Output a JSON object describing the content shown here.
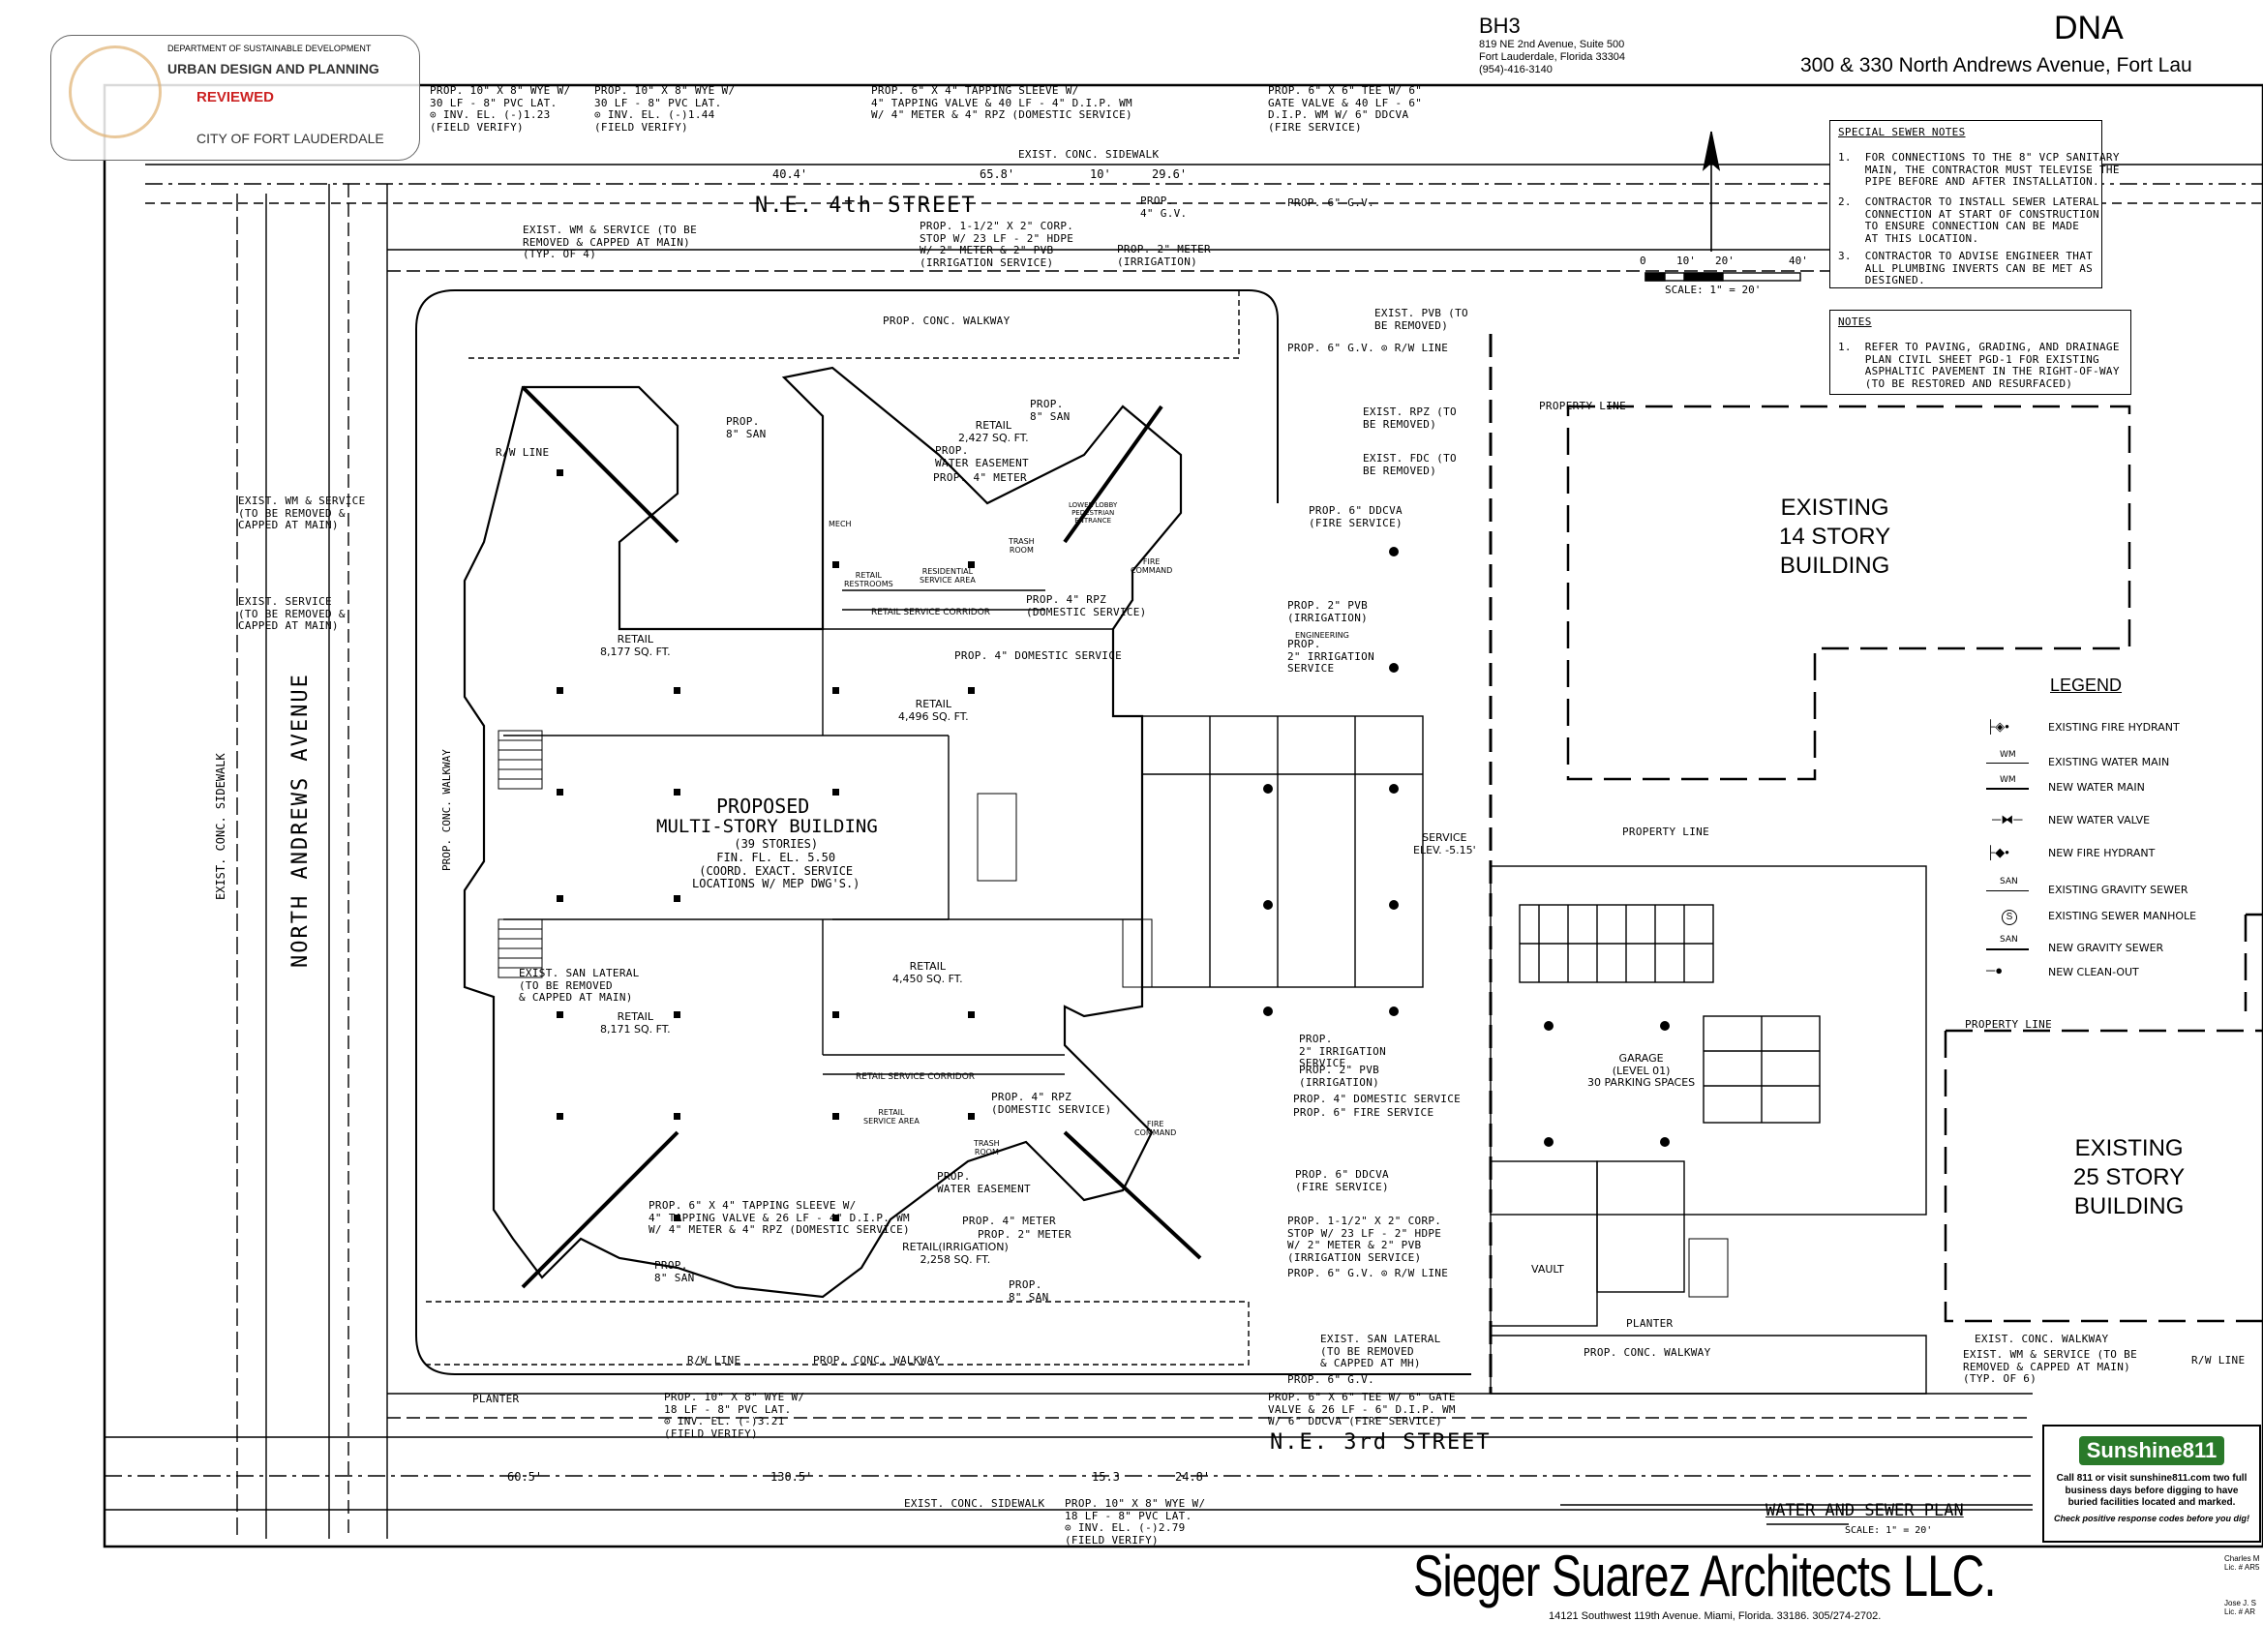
{
  "header": {
    "firm_code": "BH3",
    "firm_address": [
      "819 NE 2nd Avenue, Suite 500",
      "Fort Lauderdale, Florida 33304",
      "(954)-416-3140"
    ],
    "project_name": "DNA",
    "project_address": "300 & 330 North Andrews Avenue, Fort Lau"
  },
  "stamp": {
    "line1": "DEPARTMENT OF SUSTAINABLE DEVELOPMENT",
    "line2": "URBAN DESIGN AND PLANNING",
    "status": "REVIEWED",
    "city": "CITY OF FORT LAUDERDALE"
  },
  "special_sewer_notes": {
    "title": "SPECIAL SEWER NOTES",
    "items": [
      "1.  FOR CONNECTIONS TO THE 8\" VCP SANITARY\n    MAIN, THE CONTRACTOR MUST TELEVISE THE\n    PIPE BEFORE AND AFTER INSTALLATION.",
      "2.  CONTRACTOR TO INSTALL SEWER LATERAL\n    CONNECTION AT START OF CONSTRUCTION\n    TO ENSURE CONNECTION CAN BE MADE\n    AT THIS LOCATION.",
      "3.  CONTRACTOR TO ADVISE ENGINEER THAT\n    ALL PLUMBING INVERTS CAN BE MET AS\n    DESIGNED."
    ]
  },
  "notes": {
    "title": "NOTES",
    "items": [
      "1.  REFER TO PAVING, GRADING, AND DRAINAGE\n    PLAN CIVIL SHEET PGD-1 FOR EXISTING\n    ASPHALTIC PAVEMENT IN THE RIGHT-OF-WAY\n    (TO BE RESTORED AND RESURFACED)"
    ]
  },
  "scale_bar": {
    "ticks": [
      "0",
      "10'",
      "20'",
      "40'"
    ],
    "label": "SCALE: 1\" = 20'"
  },
  "legend": {
    "title": "LEGEND",
    "items": [
      {
        "label": "EXISTING FIRE HYDRANT",
        "symbol": "hydrant-existing"
      },
      {
        "label": "EXISTING WATER MAIN",
        "symbol": "line",
        "tag": "WM"
      },
      {
        "label": "NEW WATER MAIN",
        "symbol": "line",
        "tag": "WM"
      },
      {
        "label": "NEW WATER VALVE",
        "symbol": "valve"
      },
      {
        "label": "NEW FIRE HYDRANT",
        "symbol": "hydrant-new"
      },
      {
        "label": "EXISTING GRAVITY SEWER",
        "symbol": "line",
        "tag": "SAN"
      },
      {
        "label": "EXISTING SEWER MANHOLE",
        "symbol": "manhole",
        "tag": "S"
      },
      {
        "label": "NEW GRAVITY SEWER",
        "symbol": "line",
        "tag": "SAN"
      },
      {
        "label": "NEW CLEAN-OUT",
        "symbol": "cleanout"
      }
    ]
  },
  "streets": {
    "north": "N.E. 4th STREET",
    "south": "N.E. 3rd STREET",
    "west": "NORTH ANDREWS AVENUE"
  },
  "buildings": {
    "existing_14": "EXISTING\n14 STORY\nBUILDING",
    "existing_25": "EXISTING\n25 STORY\nBUILDING",
    "proposed_title": "PROPOSED",
    "proposed_sub": "MULTI-STORY BUILDING",
    "proposed_detail": "(39 STORIES)\nFIN. FL. EL. 5.50\n(COORD. EXACT. SERVICE\nLOCATIONS W/ MEP DWG'S.)"
  },
  "rooms": [
    {
      "id": "retail-n",
      "text": "RETAIL\n2,427 SQ. FT."
    },
    {
      "id": "retail-nw",
      "text": "RETAIL\n8,177 SQ. FT."
    },
    {
      "id": "retail-c",
      "text": "RETAIL\n4,496 SQ. FT."
    },
    {
      "id": "retail-sc",
      "text": "RETAIL\n4,450 SQ. FT."
    },
    {
      "id": "retail-sw",
      "text": "RETAIL\n8,171 SQ. FT."
    },
    {
      "id": "retail-s",
      "text": "RETAIL(IRRIGATION)\n2,258 SQ. FT."
    },
    {
      "id": "service",
      "text": "SERVICE\nELEV. -5.15'"
    },
    {
      "id": "garage",
      "text": "GARAGE\n(LEVEL 01)\n30 PARKING SPACES"
    },
    {
      "id": "vault",
      "text": "VAULT"
    },
    {
      "id": "trash-n",
      "text": "TRASH\nROOM"
    },
    {
      "id": "trash-s",
      "text": "TRASH\nROOM"
    },
    {
      "id": "retail-service-corridor-n",
      "text": "RETAIL SERVICE CORRIDOR"
    },
    {
      "id": "retail-service-corridor-s",
      "text": "RETAIL SERVICE CORRIDOR"
    },
    {
      "id": "retail-service-area",
      "text": "RETAIL\nSERVICE AREA"
    },
    {
      "id": "residential-service-area",
      "text": "RESIDENTIAL\nSERVICE AREA"
    },
    {
      "id": "retail-restrooms",
      "text": "RETAIL\nRESTROOMS"
    },
    {
      "id": "fire-command-n",
      "text": "FIRE\nCOMMAND"
    },
    {
      "id": "fire-command-s",
      "text": "FIRE\nCOMMAND"
    },
    {
      "id": "lobby-n",
      "text": "LOWER LOBBY\nPEDESTRIAN\nENTRANCE"
    },
    {
      "id": "engineering",
      "text": "ENGINEERING"
    },
    {
      "id": "mech",
      "text": "MECH"
    }
  ],
  "callouts": {
    "top_wye_1": "PROP. 10\" X 8\" WYE W/\n30 LF - 8\" PVC LAT.\n⊙ INV. EL. (-)1.23\n(FIELD VERIFY)",
    "top_wye_2": "PROP. 10\" X 8\" WYE W/\n30 LF - 8\" PVC LAT.\n⊙ INV. EL. (-)1.44\n(FIELD VERIFY)",
    "top_tap": "PROP. 6\" X 4\" TAPPING SLEEVE W/\n4\" TAPPING VALVE & 40 LF - 4\" D.I.P. WM\nW/ 4\" METER & 4\" RPZ (DOMESTIC SERVICE)",
    "top_tee": "PROP. 6\" X 6\" TEE W/ 6\"\nGATE VALVE & 40 LF - 6\"\nD.I.P. WM W/ 6\" DDCVA\n(FIRE SERVICE)",
    "exist_sidewalk_n": "EXIST. CONC. SIDEWALK",
    "exist_wm_top": "EXIST. WM & SERVICE (TO BE\nREMOVED & CAPPED AT MAIN)\n(TYP. OF 4)",
    "corp_stop_n": "PROP. 1-1/2\" X 2\" CORP.\nSTOP W/ 23 LF - 2\" HDPE\nW/ 2\" METER & 2\" PVB\n(IRRIGATION SERVICE)",
    "meter_2_n": "PROP. 2\" METER\n(IRRIGATION)",
    "prop_gv": "PROP. 6\" G.V.",
    "prop_4gv": "PROP.\n4\" G.V.",
    "exist_pvb": "EXIST. PVB (TO\nBE REMOVED)",
    "gv_rw": "PROP. 6\" G.V. ⊙ R/W LINE",
    "exist_rpz": "EXIST. RPZ (TO\nBE REMOVED)",
    "exist_fdc": "EXIST. FDC (TO\nBE REMOVED)",
    "ddcva_n": "PROP. 6\" DDCVA\n(FIRE SERVICE)",
    "pvb_n": "PROP. 2\" PVB\n(IRRIGATION)",
    "irr_n": "PROP.\n2\" IRRIGATION\nSERVICE",
    "rpz_n": "PROP. 4\" RPZ\n(DOMESTIC SERVICE)",
    "dom_n": "PROP. 4\" DOMESTIC SERVICE",
    "water_ease_n": "PROP.\nWATER EASEMENT",
    "meter_4_n": "PROP. 4\" METER",
    "san_n1": "PROP.\n8\" SAN",
    "san_n2": "PROP.\n8\" SAN",
    "rw_line_w": "R/W LINE",
    "exist_wm_w": "EXIST. WM & SERVICE\n(TO BE REMOVED &\nCAPPED AT MAIN)",
    "exist_service_w": "EXIST. SERVICE\n(TO BE REMOVED &\nCAPPED AT MAIN)",
    "exist_san_lat_w": "EXIST. SAN LATERAL\n(TO BE REMOVED\n& CAPPED AT MAIN)",
    "property_line_1": "PROPERTY LINE",
    "property_line_2": "PROPERTY LINE",
    "property_line_3": "PROPERTY LINE",
    "irr_s": "PROP.\n2\" IRRIGATION\nSERVICE",
    "pvb_s": "PROP. 2\" PVB\n(IRRIGATION)",
    "dom_s": "PROP. 4\" DOMESTIC SERVICE",
    "fire_s": "PROP. 6\" FIRE SERVICE",
    "rpz_s": "PROP. 4\" RPZ\n(DOMESTIC SERVICE)",
    "ddcva_s": "PROP. 6\" DDCVA\n(FIRE SERVICE)",
    "corp_stop_s": "PROP. 1-1/2\" X 2\" CORP.\nSTOP W/ 23 LF - 2\" HDPE\nW/ 2\" METER & 2\" PVB\n(IRRIGATION SERVICE)",
    "gv_rw_s": "PROP. 6\" G.V. ⊙ R/W LINE",
    "water_ease_s": "PROP.\nWATER EASEMENT",
    "meter_4_s": "PROP. 4\" METER",
    "meter_2_s": "PROP. 2\" METER",
    "tap_s": "PROP. 6\" X 4\" TAPPING SLEEVE W/\n4\" TAPPING VALVE & 26 LF - 4\" D.I.P. WM\nW/ 4\" METER & 4\" RPZ (DOMESTIC SERVICE)",
    "san_s1": "PROP.\n8\" SAN",
    "san_s2": "PROP.\n8\" SAN",
    "exist_san_lat_s": "EXIST. SAN LATERAL\n(TO BE REMOVED\n& CAPPED AT MH)",
    "gv_s": "PROP. 6\" G.V.",
    "tee_s": "PROP. 6\" X 6\" TEE W/ 6\" GATE\nVALVE & 26 LF - 6\" D.I.P. WM\nW/ 6\" DDCVA (FIRE SERVICE)",
    "rw_line_s": "R/W LINE",
    "walkway_s": "PROP. CONC. WALKWAY",
    "walkway_n": "PROP. CONC. WALKWAY",
    "walkway_se": "PROP. CONC. WALKWAY",
    "wye_s1": "PROP. 10\" X 8\" WYE W/\n18 LF - 8\" PVC LAT.\n⊙ INV. EL. (-)3.21\n(FIELD VERIFY)",
    "wye_s2": "PROP. 10\" X 8\" WYE W/\n18 LF - 8\" PVC LAT.\n⊙ INV. EL. (-)2.79\n(FIELD VERIFY)",
    "exist_sidewalk_s": "EXIST. CONC. SIDEWALK",
    "exist_walkway_se": "EXIST. CONC. WALKWAY",
    "exist_wm_se": "EXIST. WM & SERVICE (TO BE\nREMOVED & CAPPED AT MAIN)\n(TYP. OF 6)",
    "rw_line_e": "R/W LINE",
    "exist_sidewalk_w": "EXIST. CONC. SIDEWALK",
    "planter": "PLANTER",
    "walkway_w": "PROP. CONC. WALKWAY"
  },
  "dims": [
    "40.4'",
    "29.6'",
    "65.8'",
    "10'",
    "60.5'",
    "130.5'",
    "15.3",
    "24.8'"
  ],
  "title_block": {
    "sheet_title": "WATER AND SEWER PLAN",
    "sheet_scale": "SCALE: 1\" = 20'",
    "architect": "Sieger Suarez Architects LLC.",
    "architect_address": "14121 Southwest 119th Avenue. Miami, Florida. 33186. 305/274-2702.",
    "signer_1": "Charles M\nLic. # AR5",
    "signer_2": "Jose J. S\nLic. # AR"
  },
  "sunshine": {
    "logo": "Sunshine811",
    "line1": "Call 811 or visit sunshine811.com two full",
    "line2": "business days before digging to have",
    "line3": "buried facilities located and marked.",
    "line4": "Check positive response codes before you dig!"
  },
  "colors": {
    "ink": "#000000",
    "stamp_red": "#cc2222",
    "brand_green": "#2a7a2a"
  }
}
